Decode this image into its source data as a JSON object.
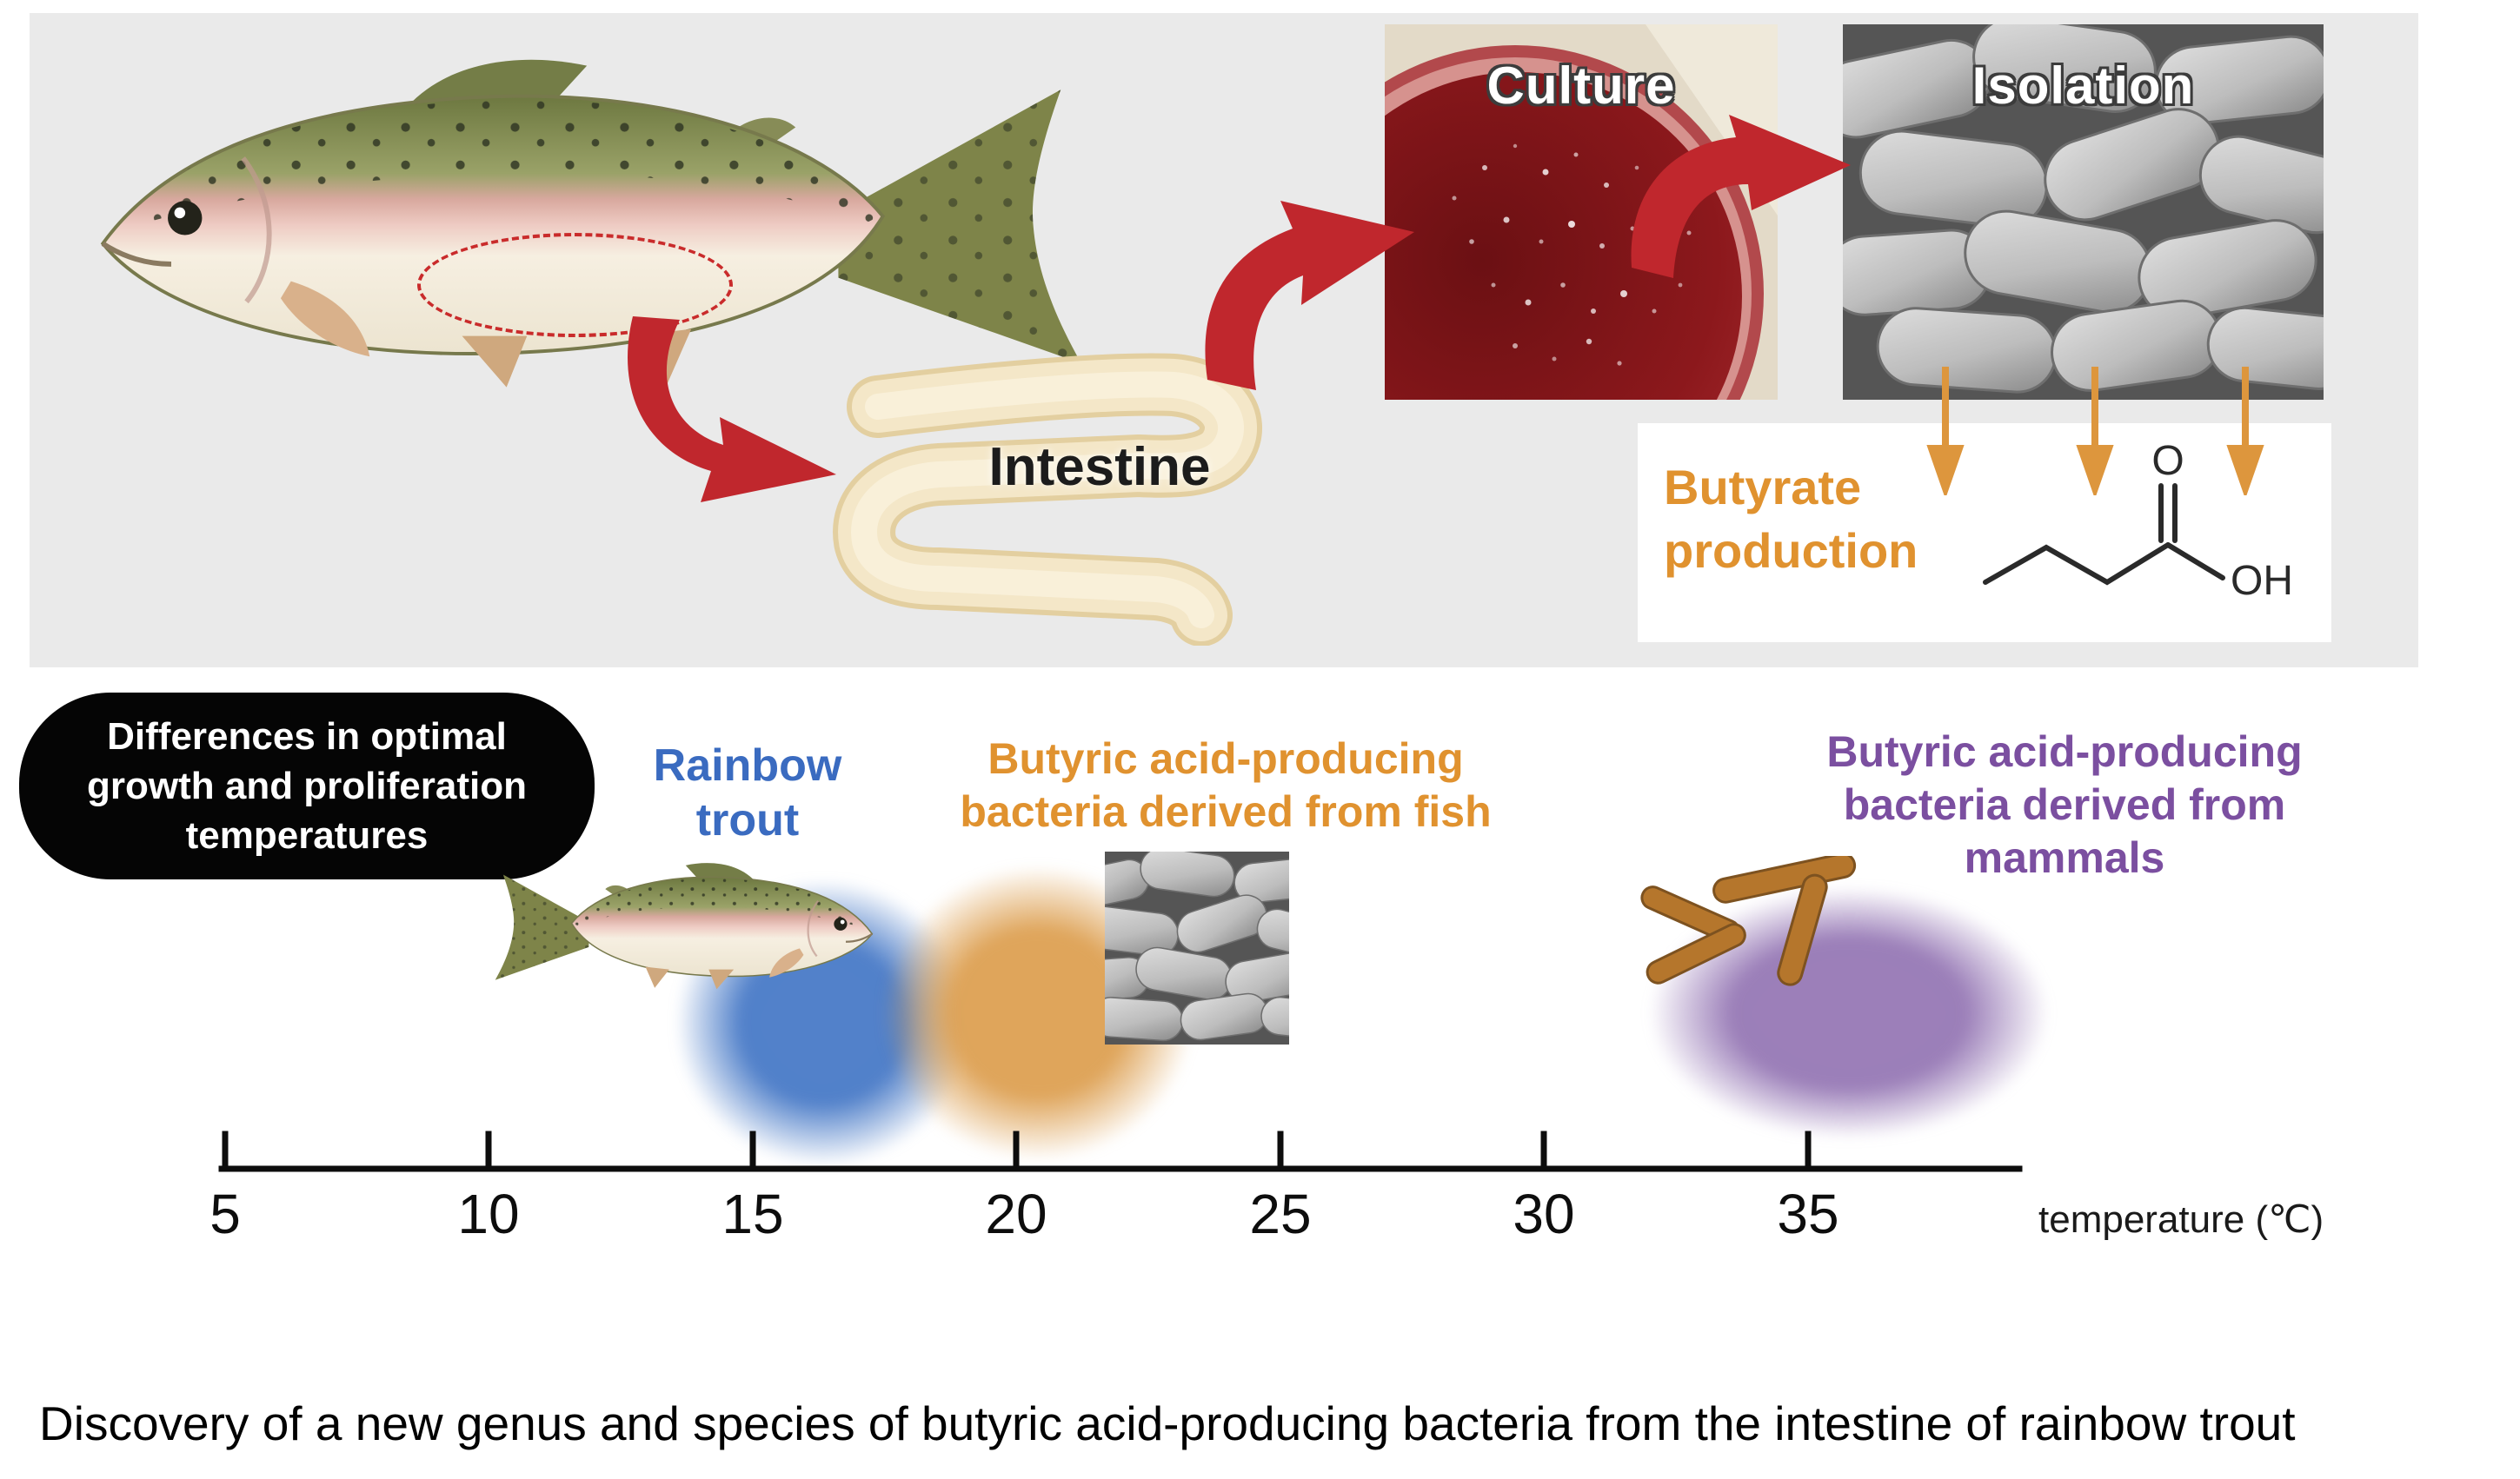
{
  "colors": {
    "accent_red": "#c0272d",
    "orange": "#e0922f",
    "blue": "#3a6bc0",
    "purple": "#7b4fa0",
    "panel_gray": "#eaeaea"
  },
  "top_panel": {
    "intestine_label": "Intestine",
    "culture_label": "Culture",
    "isolation_label": "Isolation",
    "butyrate_label": "Butyrate\nproduction",
    "chem_o": "O",
    "chem_oh": "OH"
  },
  "bottom_panel": {
    "legend_box": "Differences in optimal\ngrowth and proliferation\ntemperatures",
    "rainbow_trout": "Rainbow\ntrout",
    "fish_bacteria": "Butyric acid-producing\nbacteria derived from fish",
    "mammal_bacteria": "Butyric acid-producing\nbacteria derived from\nmammals",
    "axis": {
      "ticks": [
        "5",
        "10",
        "15",
        "20",
        "25",
        "30",
        "35"
      ],
      "label": "temperature (℃)"
    },
    "temperature_ranges": [
      {
        "name": "Rainbow trout",
        "approx_center_c": 16,
        "color": "#4a7cc7"
      },
      {
        "name": "Butyric acid-producing bacteria derived from fish",
        "approx_center_c": 20,
        "color": "#dda052"
      },
      {
        "name": "Butyric acid-producing bacteria derived from mammals",
        "approx_center_c": 36,
        "color": "#9678b5"
      }
    ]
  },
  "caption": "Discovery of a new genus and species of butyric acid-producing bacteria from the intestine of rainbow trout"
}
